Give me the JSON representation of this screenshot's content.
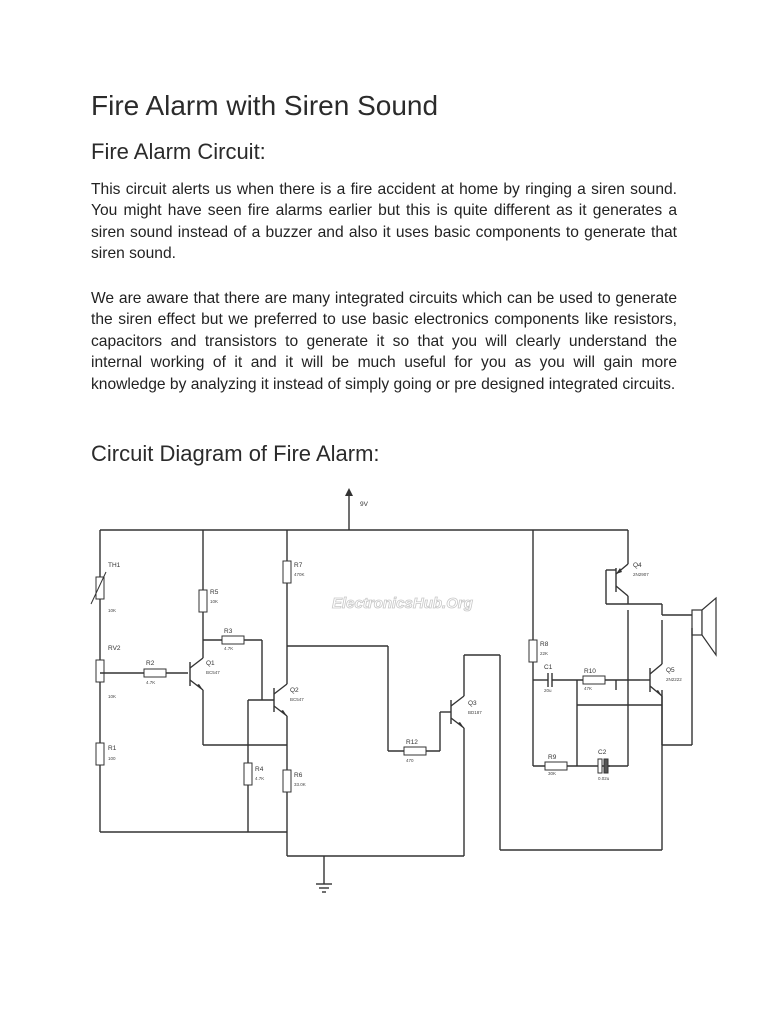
{
  "title": "Fire Alarm with Siren Sound",
  "section1": {
    "heading": "Fire Alarm Circuit:",
    "paragraph1": "This circuit alerts us when there is a fire accident at home by ringing a siren sound. You might have seen fire alarms earlier but this is quite different as it generates a siren sound instead of a buzzer and also it uses basic components to generate that siren sound.",
    "paragraph2": "We are aware that there are many integrated circuits which can be used to generate the siren effect but we preferred to use basic electronics components like resistors, capacitors and transistors to generate it so that you will clearly understand the internal working of it and it will be much useful for you as you will gain more knowledge by analyzing it instead of simply going or pre designed integrated circuits."
  },
  "section2": {
    "heading": "Circuit Diagram of Fire Alarm:"
  },
  "diagram": {
    "supply": "9V",
    "watermark": "ElectronicsHub.Org",
    "components": {
      "TH1": {
        "label": "TH1",
        "value": "10K"
      },
      "RV2": {
        "label": "RV2",
        "value": "10K"
      },
      "R1": {
        "label": "R1",
        "value": "100"
      },
      "R2": {
        "label": "R2",
        "value": "4.7K"
      },
      "R3": {
        "label": "R3",
        "value": "4.7K"
      },
      "R4": {
        "label": "R4",
        "value": "4.7K"
      },
      "R5": {
        "label": "R5",
        "value": "10K"
      },
      "R6": {
        "label": "R6",
        "value": "33.0K"
      },
      "R7": {
        "label": "R7",
        "value": "470K"
      },
      "R8": {
        "label": "R8",
        "value": "22K"
      },
      "R9": {
        "label": "R9",
        "value": "30K"
      },
      "R10": {
        "label": "R10",
        "value": "47K"
      },
      "R12": {
        "label": "R12",
        "value": "470"
      },
      "C1": {
        "label": "C1",
        "value": "20u"
      },
      "C2": {
        "label": "C2",
        "value": "0.02u"
      },
      "Q1": {
        "label": "Q1",
        "value": "BC547"
      },
      "Q2": {
        "label": "Q2",
        "value": "BC547"
      },
      "Q3": {
        "label": "Q3",
        "value": "BD187"
      },
      "Q4": {
        "label": "Q4",
        "value": "2N2907"
      },
      "Q5": {
        "label": "Q5",
        "value": "2N2222"
      }
    }
  }
}
